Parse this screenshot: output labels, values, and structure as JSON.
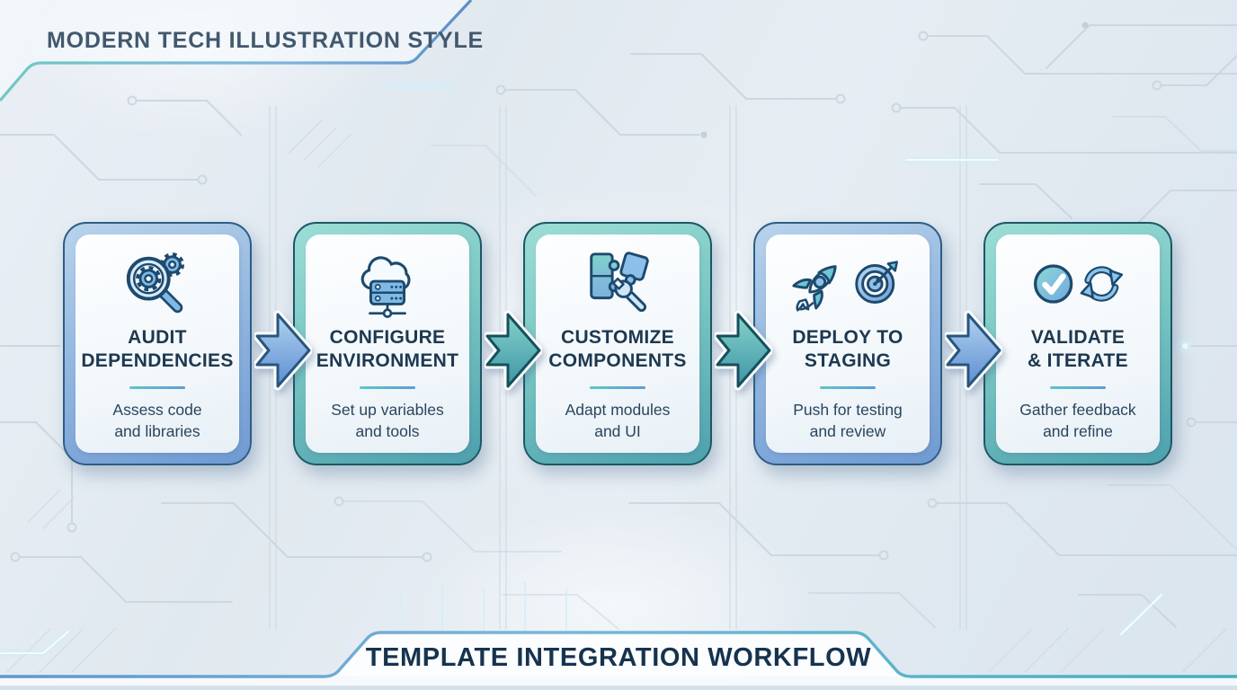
{
  "header": {
    "title": "MODERN TECH ILLUSTRATION STYLE"
  },
  "footer": {
    "title": "TEMPLATE INTEGRATION WORKFLOW"
  },
  "workflow": {
    "steps": [
      {
        "title_line1": "AUDIT",
        "title_line2": "DEPENDENCIES",
        "subtitle_line1": "Assess code",
        "subtitle_line2": "and libraries",
        "icon": "magnifier-gears-icon",
        "theme": "blue"
      },
      {
        "title_line1": "CONFIGURE",
        "title_line2": "ENVIRONMENT",
        "subtitle_line1": "Set up variables",
        "subtitle_line2": "and tools",
        "icon": "cloud-server-icon",
        "theme": "teal"
      },
      {
        "title_line1": "CUSTOMIZE",
        "title_line2": "COMPONENTS",
        "subtitle_line1": "Adapt modules",
        "subtitle_line2": "and UI",
        "icon": "puzzle-wrench-icon",
        "theme": "teal"
      },
      {
        "title_line1": "DEPLOY TO",
        "title_line2": "STAGING",
        "subtitle_line1": "Push for testing",
        "subtitle_line2": "and review",
        "icon": "rocket-target-icon",
        "theme": "blue"
      },
      {
        "title_line1": "VALIDATE",
        "title_line2": "& ITERATE",
        "subtitle_line1": "Gather feedback",
        "subtitle_line2": "and refine",
        "icon": "check-sync-icon",
        "theme": "teal"
      }
    ],
    "arrows": [
      {
        "direction": "right",
        "theme": "blue"
      },
      {
        "direction": "right",
        "theme": "teal"
      },
      {
        "direction": "right",
        "theme": "teal"
      },
      {
        "direction": "right",
        "theme": "blue"
      }
    ]
  },
  "colors": {
    "accent_blue": "#6f9ad2",
    "accent_teal": "#4da0ad",
    "outline_blue": "#2e5d84",
    "outline_teal": "#1c5864",
    "title_text": "#1d3850",
    "subtitle_text": "#29455f",
    "header_text": "#42586d",
    "footer_text": "#16334e",
    "background": "#e3ebf2",
    "circuit_trace": "#c7d2dd"
  }
}
